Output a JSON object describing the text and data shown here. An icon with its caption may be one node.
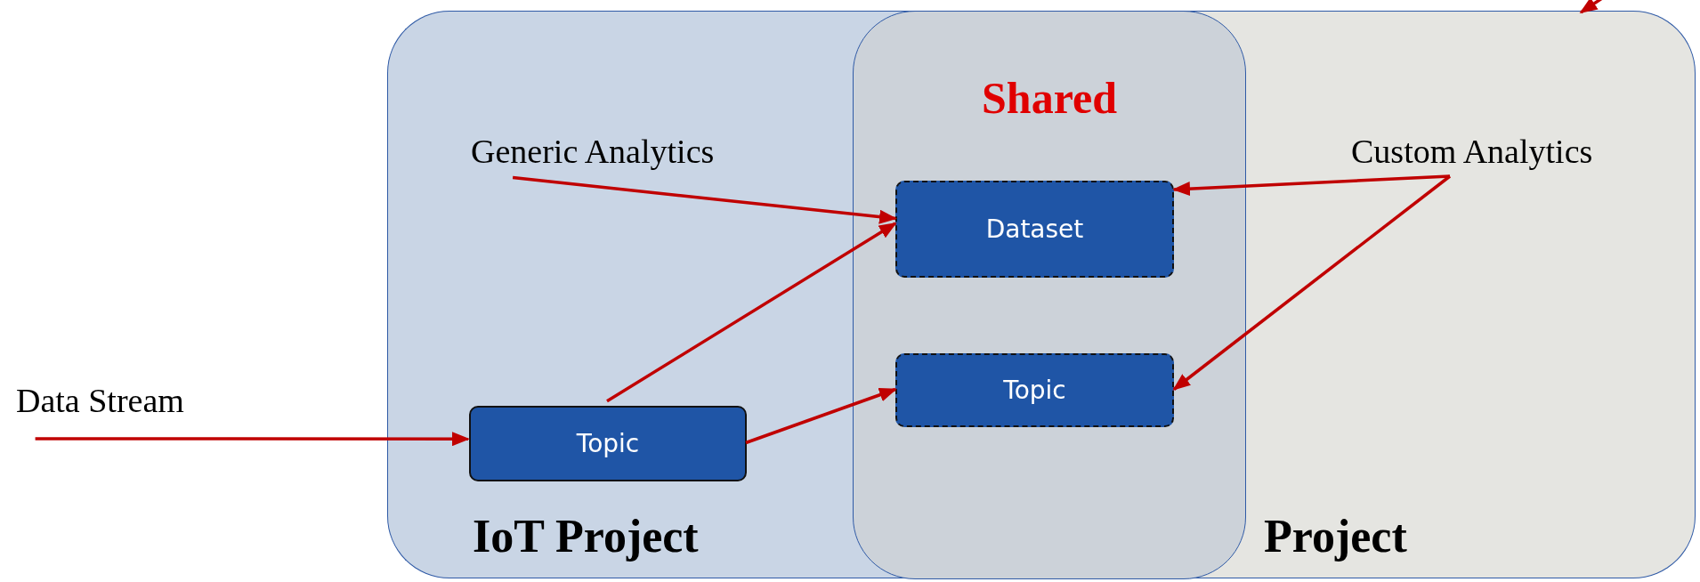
{
  "diagram": {
    "nodes": [
      {
        "text": [
          "IoT Project"
        ]
      },
      {
        "text": [
          "Project"
        ]
      },
      {
        "text": [
          "Shared"
        ]
      },
      {
        "text": [
          "Dataset"
        ],
        "in": 2
      },
      {
        "text": [
          "Topic"
        ],
        "in": 2
      },
      {
        "text": [
          "Topic"
        ],
        "in": 0
      },
      {
        "text": [
          "Data Stream"
        ]
      },
      {
        "text": [
          "Generic Analytics"
        ],
        "in": 0
      },
      {
        "text": [
          "Custom Analytics"
        ],
        "in": 1
      }
    ],
    "edges": [
      {
        "from": 6,
        "to": 5,
        "arrow": "to"
      },
      {
        "from": 7,
        "to": 3,
        "arrow": "to"
      },
      {
        "from": 5,
        "to": 3,
        "arrow": "to"
      },
      {
        "from": 5,
        "to": 4,
        "arrow": "to"
      },
      {
        "from": 8,
        "to": 3,
        "arrow": "to"
      },
      {
        "from": 8,
        "to": 4,
        "arrow": "to"
      },
      {
        "from": null,
        "to": 1,
        "arrow": "to"
      }
    ]
  }
}
